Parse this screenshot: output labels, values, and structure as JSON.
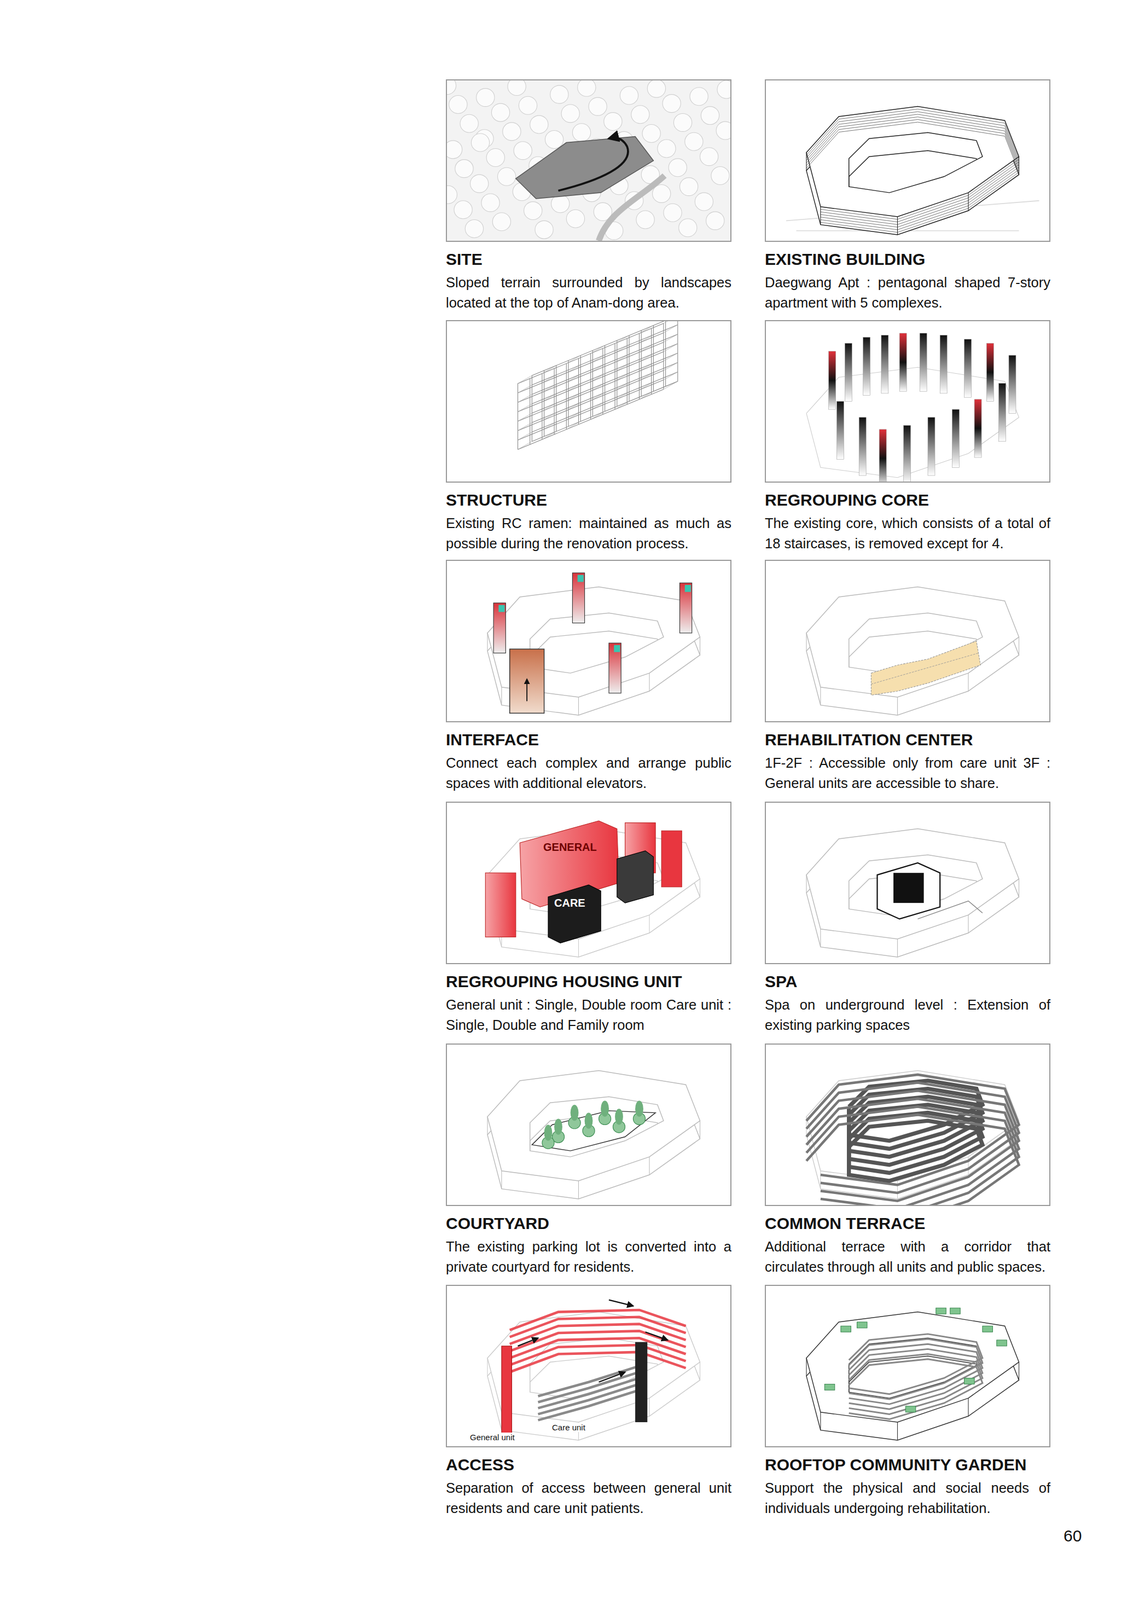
{
  "diagram": {
    "nodes": [
      {
        "text": [
          "SITE",
          "Sloped terrain surrounded by landscapes located at the top of Anam-dong area."
        ]
      },
      {
        "text": [
          "EXISTING BUILDING",
          "Daegwang Apt : pentagonal shaped 7-story apartment with 5 complexes."
        ]
      },
      {
        "text": [
          "STRUCTURE",
          "Existing RC ramen: maintained as much as possible during the renovation process."
        ]
      },
      {
        "text": [
          "REGROUPING CORE",
          "The existing core, which consists of a total of 18 staircases, is removed except for 4."
        ]
      },
      {
        "text": [
          "INTERFACE",
          "Connect each complex and arrange public spaces with additional elevators."
        ]
      },
      {
        "text": [
          "REHABILITATION CENTER",
          "1F-2F : Accessible only from care unit 3F : General units are accessible to share."
        ]
      },
      {
        "text": [
          "REGROUPING HOUSING UNIT",
          "General unit : Single, Double room Care unit : Single, Double and Family room"
        ]
      },
      {
        "text": [
          "SPA",
          "Spa on underground level : Extension of existing parking spaces"
        ]
      },
      {
        "text": [
          "COURTYARD",
          "The existing parking lot is converted into a private courtyard for residents."
        ]
      },
      {
        "text": [
          "COMMON TERRACE",
          "Additional terrace with a corridor that circulates through all units and public spaces."
        ]
      },
      {
        "text": [
          "ACCESS",
          "Separation of access between general unit residents and care unit patients."
        ]
      },
      {
        "text": [
          "ROOFTOP COMMUNITY GARDEN",
          "Support the physical and social needs of individuals undergoing rehabilitation."
        ]
      }
    ],
    "labels": [
      "GENERAL",
      "CARE",
      "General unit",
      "Care unit",
      "60"
    ]
  }
}
